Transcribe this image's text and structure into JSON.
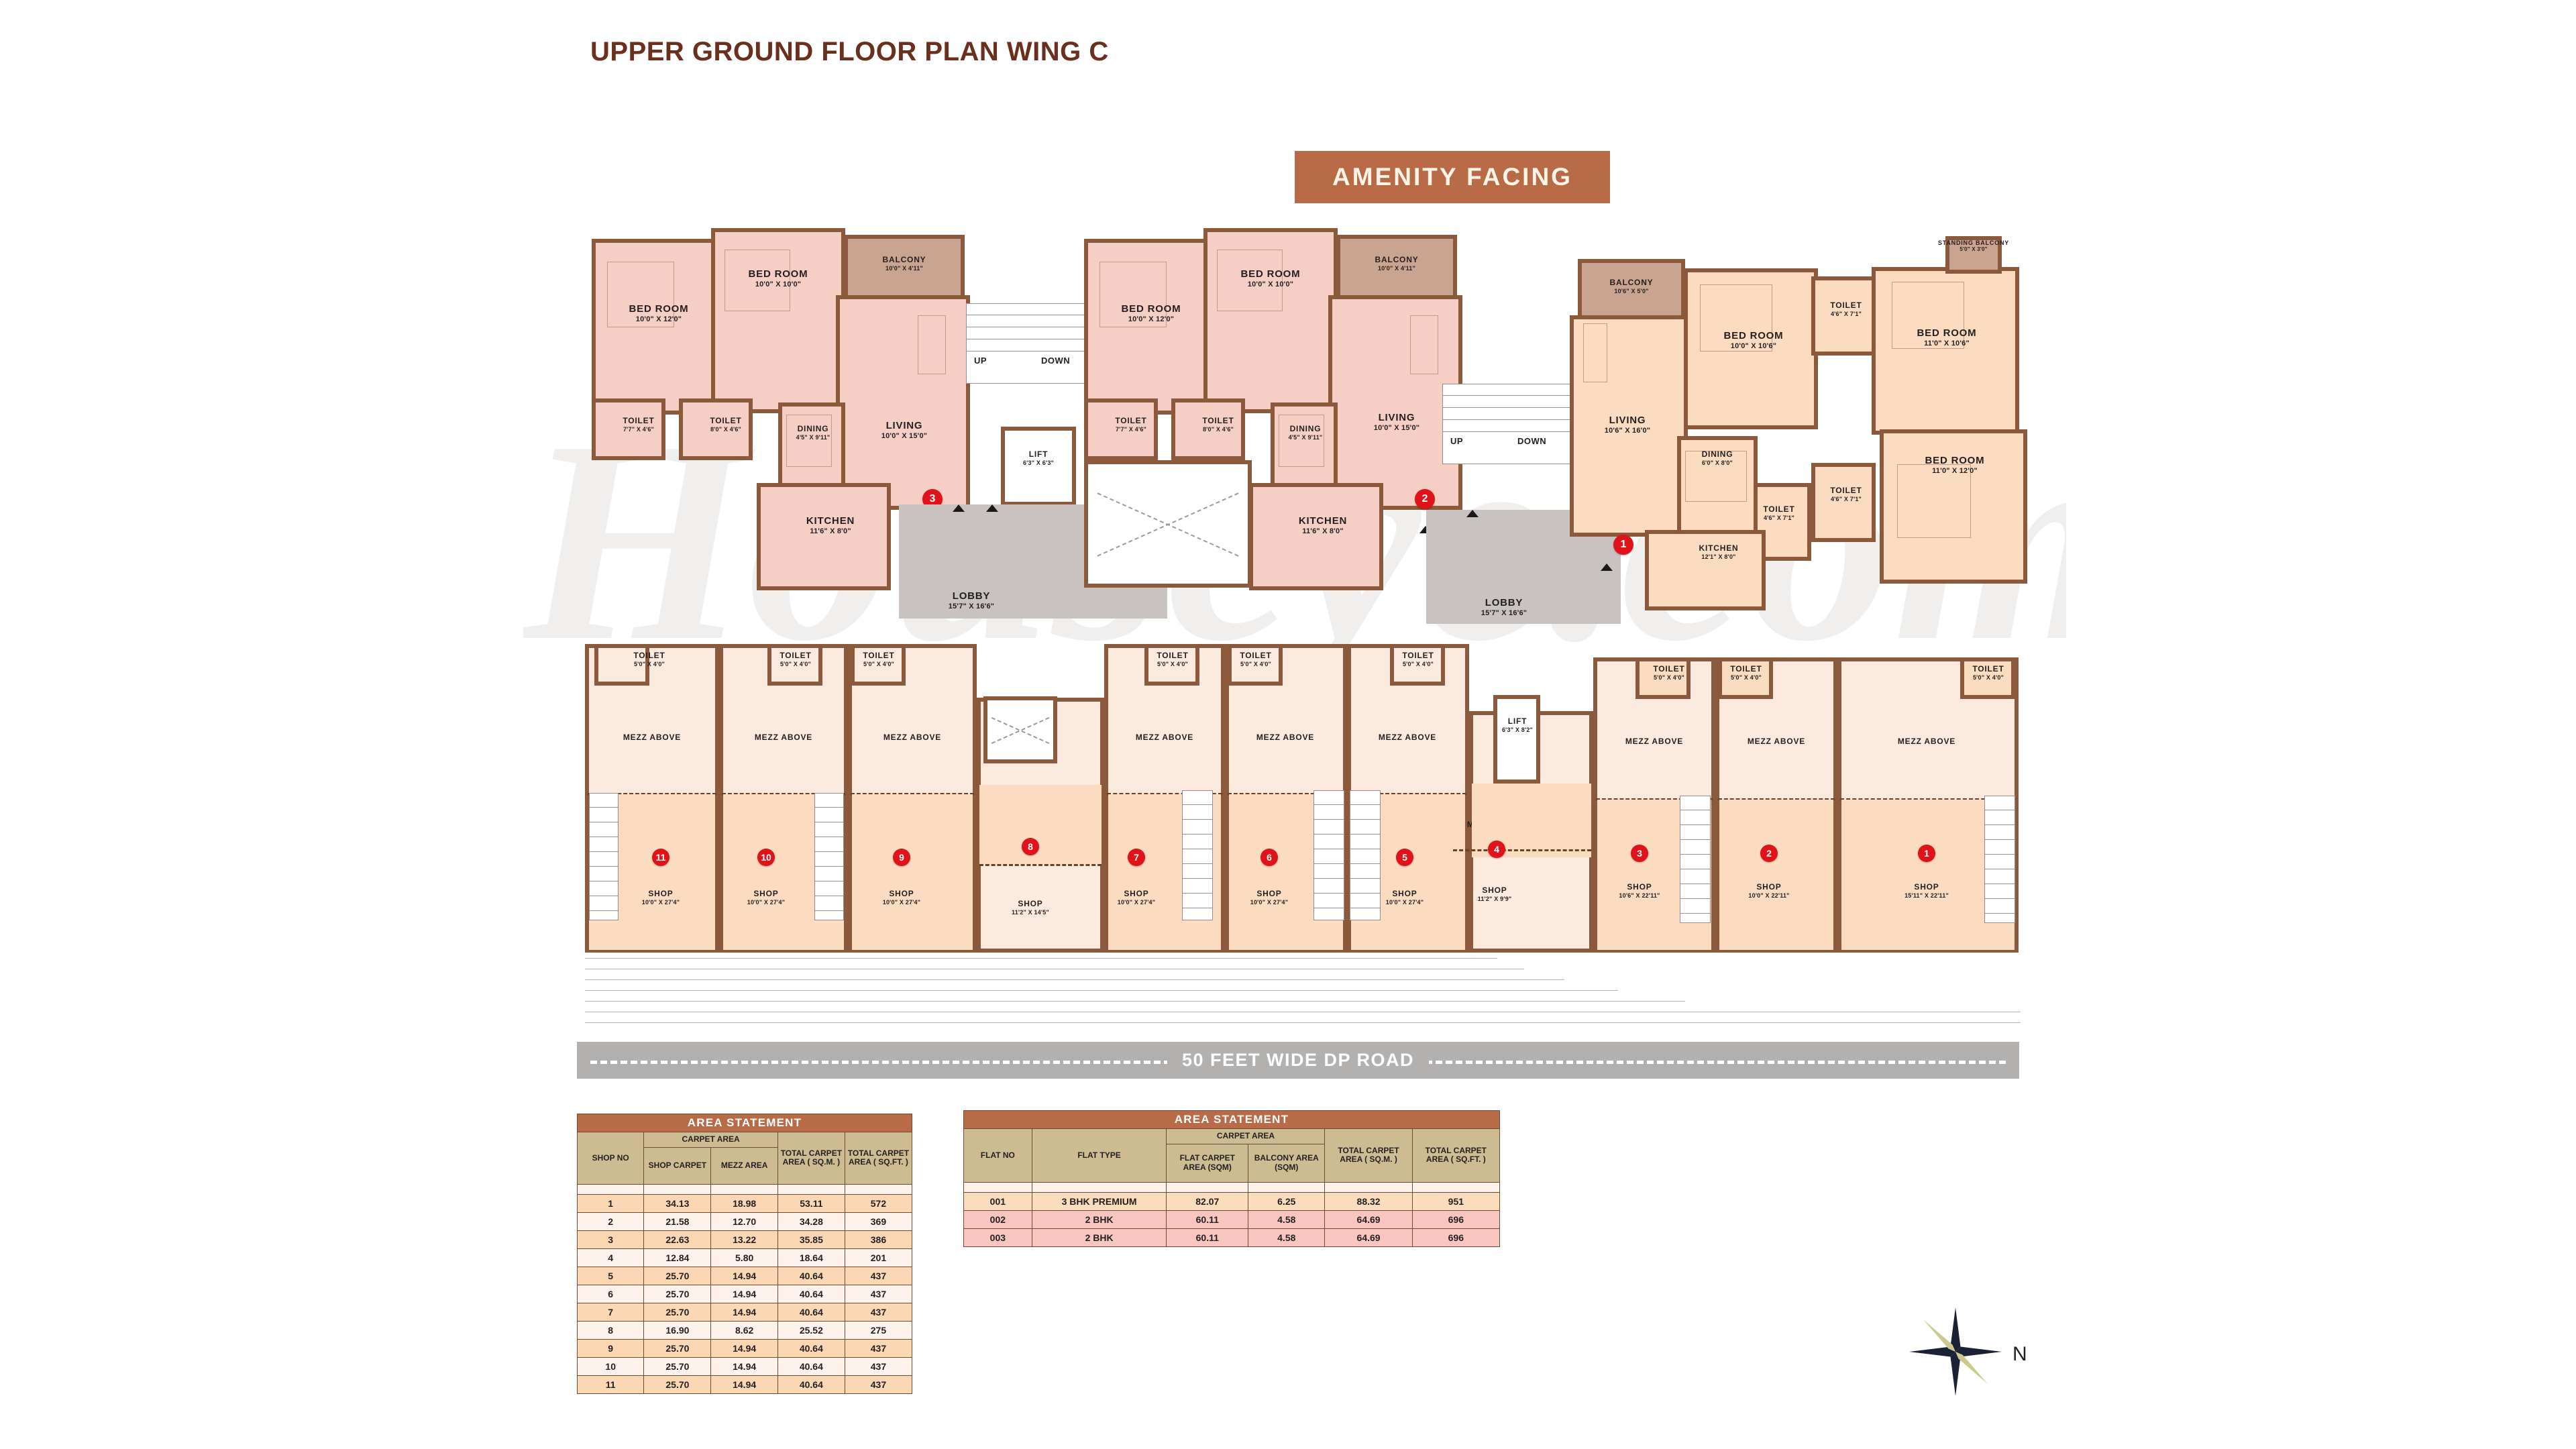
{
  "title": "UPPER GROUND FLOOR PLAN WING C",
  "banner": "AMENITY FACING",
  "road_label": "50 FEET WIDE DP ROAD",
  "compass_label": "N",
  "watermark": "Houseye.com",
  "labels": {
    "bedroom": "BED ROOM",
    "toilet": "TOILET",
    "living": "LIVING",
    "dining": "DINING",
    "kitchen": "KITCHEN",
    "balcony": "BALCONY",
    "standing_balcony": "STANDING BALCONY",
    "lobby": "LOBBY",
    "lift": "LIFT",
    "shop": "SHOP",
    "mezz_above": "MEZZ ABOVE",
    "up": "UP",
    "down": "DOWN"
  },
  "units": [
    {
      "marker": "3",
      "type": "2 BHK",
      "rooms": [
        {
          "name": "BED ROOM",
          "dim": "10'0\" X 12'0\""
        },
        {
          "name": "BED ROOM",
          "dim": "10'0\" X 10'0\""
        },
        {
          "name": "BALCONY",
          "dim": "10'0\" X 4'11\""
        },
        {
          "name": "TOILET",
          "dim": "7'7\" X 4'6\""
        },
        {
          "name": "TOILET",
          "dim": "8'0\" X 4'6\""
        },
        {
          "name": "DINING",
          "dim": "4'5\" X 9'11\""
        },
        {
          "name": "LIVING",
          "dim": "10'0\" X 15'0\""
        },
        {
          "name": "KITCHEN",
          "dim": "11'6\" X 8'0\""
        }
      ]
    },
    {
      "marker": "2",
      "type": "2 BHK",
      "rooms": [
        {
          "name": "BED ROOM",
          "dim": "10'0\" X 12'0\""
        },
        {
          "name": "BED ROOM",
          "dim": "10'0\" X 10'0\""
        },
        {
          "name": "BALCONY",
          "dim": "10'0\" X 4'11\""
        },
        {
          "name": "TOILET",
          "dim": "7'7\" X 4'6\""
        },
        {
          "name": "TOILET",
          "dim": "8'0\" X 4'6\""
        },
        {
          "name": "DINING",
          "dim": "4'5\" X 9'11\""
        },
        {
          "name": "LIVING",
          "dim": "10'0\" X 15'0\""
        },
        {
          "name": "KITCHEN",
          "dim": "11'6\" X 8'0\""
        }
      ]
    },
    {
      "marker": "1",
      "type": "3 BHK PREMIUM",
      "rooms": [
        {
          "name": "BALCONY",
          "dim": "10'6\" X 5'0\""
        },
        {
          "name": "STANDING BALCONY",
          "dim": "5'0\" X 3'0\""
        },
        {
          "name": "BED ROOM",
          "dim": "10'0\" X 10'6\""
        },
        {
          "name": "BED ROOM",
          "dim": "11'0\" X 10'6\""
        },
        {
          "name": "BED ROOM",
          "dim": "11'0\" X 12'0\""
        },
        {
          "name": "TOILET",
          "dim": "4'6\" X 7'1\""
        },
        {
          "name": "TOILET",
          "dim": "4'6\" X 7'1\""
        },
        {
          "name": "TOILET",
          "dim": "4'6\" X 7'1\""
        },
        {
          "name": "LIVING",
          "dim": "10'6\" X 16'0\""
        },
        {
          "name": "DINING",
          "dim": "6'0\" X 8'0\""
        },
        {
          "name": "KITCHEN",
          "dim": "12'1\" X 8'0\""
        }
      ]
    }
  ],
  "cores": [
    {
      "lobby_dim": "15'7\" X 16'6\"",
      "lift_dim": "6'3\" X 6'3\""
    },
    {
      "lobby_dim": "15'7\" X 16'6\"",
      "lift_dim": "6'3\" X 8'2\""
    }
  ],
  "shops": [
    {
      "no": "11",
      "dim": "10'0\" X 27'4\"",
      "toilet": "5'0\" X 4'0\""
    },
    {
      "no": "10",
      "dim": "10'0\" X 27'4\"",
      "toilet": "5'0\" X 4'0\""
    },
    {
      "no": "9",
      "dim": "10'0\" X 27'4\"",
      "toilet": "5'0\" X 4'0\""
    },
    {
      "no": "8",
      "dim": "11'2\" X 14'5\"",
      "toilet": ""
    },
    {
      "no": "7",
      "dim": "10'0\" X 27'4\"",
      "toilet": "5'0\" X 4'0\""
    },
    {
      "no": "6",
      "dim": "10'0\" X 27'4\"",
      "toilet": "5'0\" X 4'0\""
    },
    {
      "no": "5",
      "dim": "10'0\" X 27'4\"",
      "toilet": "5'0\" X 4'0\""
    },
    {
      "no": "4",
      "dim": "11'2\" X 9'9\"",
      "toilet": ""
    },
    {
      "no": "3",
      "dim": "10'6\" X 22'11\"",
      "toilet": "5'0\" X 4'0\""
    },
    {
      "no": "2",
      "dim": "10'0\" X 22'11\"",
      "toilet": "5'0\" X 4'0\""
    },
    {
      "no": "1",
      "dim": "15'11\" X 22'11\"",
      "toilet": "5'0\" X 4'0\""
    }
  ],
  "shop_table": {
    "title": "AREA STATEMENT",
    "group_header": "CARPET AREA",
    "headers": {
      "shop_no": "SHOP NO",
      "shop_carpet": "SHOP CARPET",
      "mezz_area": "MEZZ AREA",
      "total_sqm": "TOTAL CARPET AREA ( SQ.M. )",
      "total_sqft": "TOTAL CARPET AREA ( SQ.FT. )"
    },
    "rows": [
      {
        "no": "1",
        "shop": "34.13",
        "mezz": "18.98",
        "sqm": "53.11",
        "sqft": "572"
      },
      {
        "no": "2",
        "shop": "21.58",
        "mezz": "12.70",
        "sqm": "34.28",
        "sqft": "369"
      },
      {
        "no": "3",
        "shop": "22.63",
        "mezz": "13.22",
        "sqm": "35.85",
        "sqft": "386"
      },
      {
        "no": "4",
        "shop": "12.84",
        "mezz": "5.80",
        "sqm": "18.64",
        "sqft": "201"
      },
      {
        "no": "5",
        "shop": "25.70",
        "mezz": "14.94",
        "sqm": "40.64",
        "sqft": "437"
      },
      {
        "no": "6",
        "shop": "25.70",
        "mezz": "14.94",
        "sqm": "40.64",
        "sqft": "437"
      },
      {
        "no": "7",
        "shop": "25.70",
        "mezz": "14.94",
        "sqm": "40.64",
        "sqft": "437"
      },
      {
        "no": "8",
        "shop": "16.90",
        "mezz": "8.62",
        "sqm": "25.52",
        "sqft": "275"
      },
      {
        "no": "9",
        "shop": "25.70",
        "mezz": "14.94",
        "sqm": "40.64",
        "sqft": "437"
      },
      {
        "no": "10",
        "shop": "25.70",
        "mezz": "14.94",
        "sqm": "40.64",
        "sqft": "437"
      },
      {
        "no": "11",
        "shop": "25.70",
        "mezz": "14.94",
        "sqm": "40.64",
        "sqft": "437"
      }
    ]
  },
  "flat_table": {
    "title": "AREA STATEMENT",
    "group_header": "CARPET AREA",
    "headers": {
      "flat_no": "FLAT NO",
      "flat_type": "FLAT TYPE",
      "flat_carpet": "FLAT CARPET AREA (SQM)",
      "balcony": "BALCONY AREA (SQM)",
      "total_sqm": "TOTAL CARPET AREA ( SQ.M. )",
      "total_sqft": "TOTAL CARPET AREA ( SQ.FT. )"
    },
    "rows": [
      {
        "no": "001",
        "type": "3 BHK PREMIUM",
        "carpet": "82.07",
        "balcony": "6.25",
        "sqm": "88.32",
        "sqft": "951"
      },
      {
        "no": "002",
        "type": "2 BHK",
        "carpet": "60.11",
        "balcony": "4.58",
        "sqm": "64.69",
        "sqft": "696"
      },
      {
        "no": "003",
        "type": "2 BHK",
        "carpet": "60.11",
        "balcony": "4.58",
        "sqm": "64.69",
        "sqft": "696"
      }
    ]
  },
  "colors": {
    "title": "#6b2f1d",
    "banner_bg": "#b96a47",
    "wall": "#8b5a3c",
    "flat_2bhk": "#f6cfc4",
    "flat_3bhk": "#fbdcc0",
    "balcony": "#c9a491",
    "lobby": "#c8c2c1",
    "marker": "#e0121a",
    "road": "#b3b0b0",
    "table_header": "#cdbb92"
  }
}
